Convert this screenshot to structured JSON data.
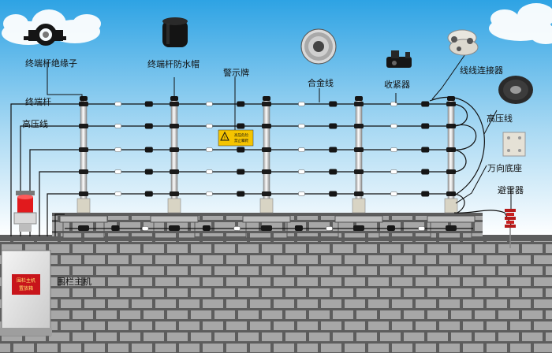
{
  "labels": {
    "end_post_insulator": "终端杆绝缘子",
    "end_post_cap": "终端杆防水帽",
    "warning_sign": "警示牌",
    "alloy_wire": "合金线",
    "tensioner": "收紧器",
    "wire_connector": "线线连接器",
    "end_post": "终端杆",
    "hv_wire_left": "高压线",
    "hv_wire_right": "高压线",
    "universal_base": "万向底座",
    "arrester": "避雷器",
    "host": "围栏主机"
  },
  "sign_text": [
    "高压危险",
    "禁止攀爬"
  ],
  "host_panel_text": [
    "围栏主机",
    "置放箱"
  ],
  "colors": {
    "sky_top": "#1e9be0",
    "sky_bottom": "#ffffff",
    "wall": "#5e5e5e",
    "brick": "#a3a3a3",
    "wire": "#111111",
    "sign_yellow": "#f5c400",
    "alarm_red": "#d8141a",
    "panel_red": "#c8151b"
  },
  "icons": [
    "cloud-icon",
    "insulator-clamp-icon",
    "waterproof-cap-icon",
    "wire-spool-icon",
    "tensioner-icon",
    "connector-icon",
    "hv-cable-roll-icon",
    "base-plate-icon",
    "arrester-icon",
    "alarm-light-icon"
  ]
}
